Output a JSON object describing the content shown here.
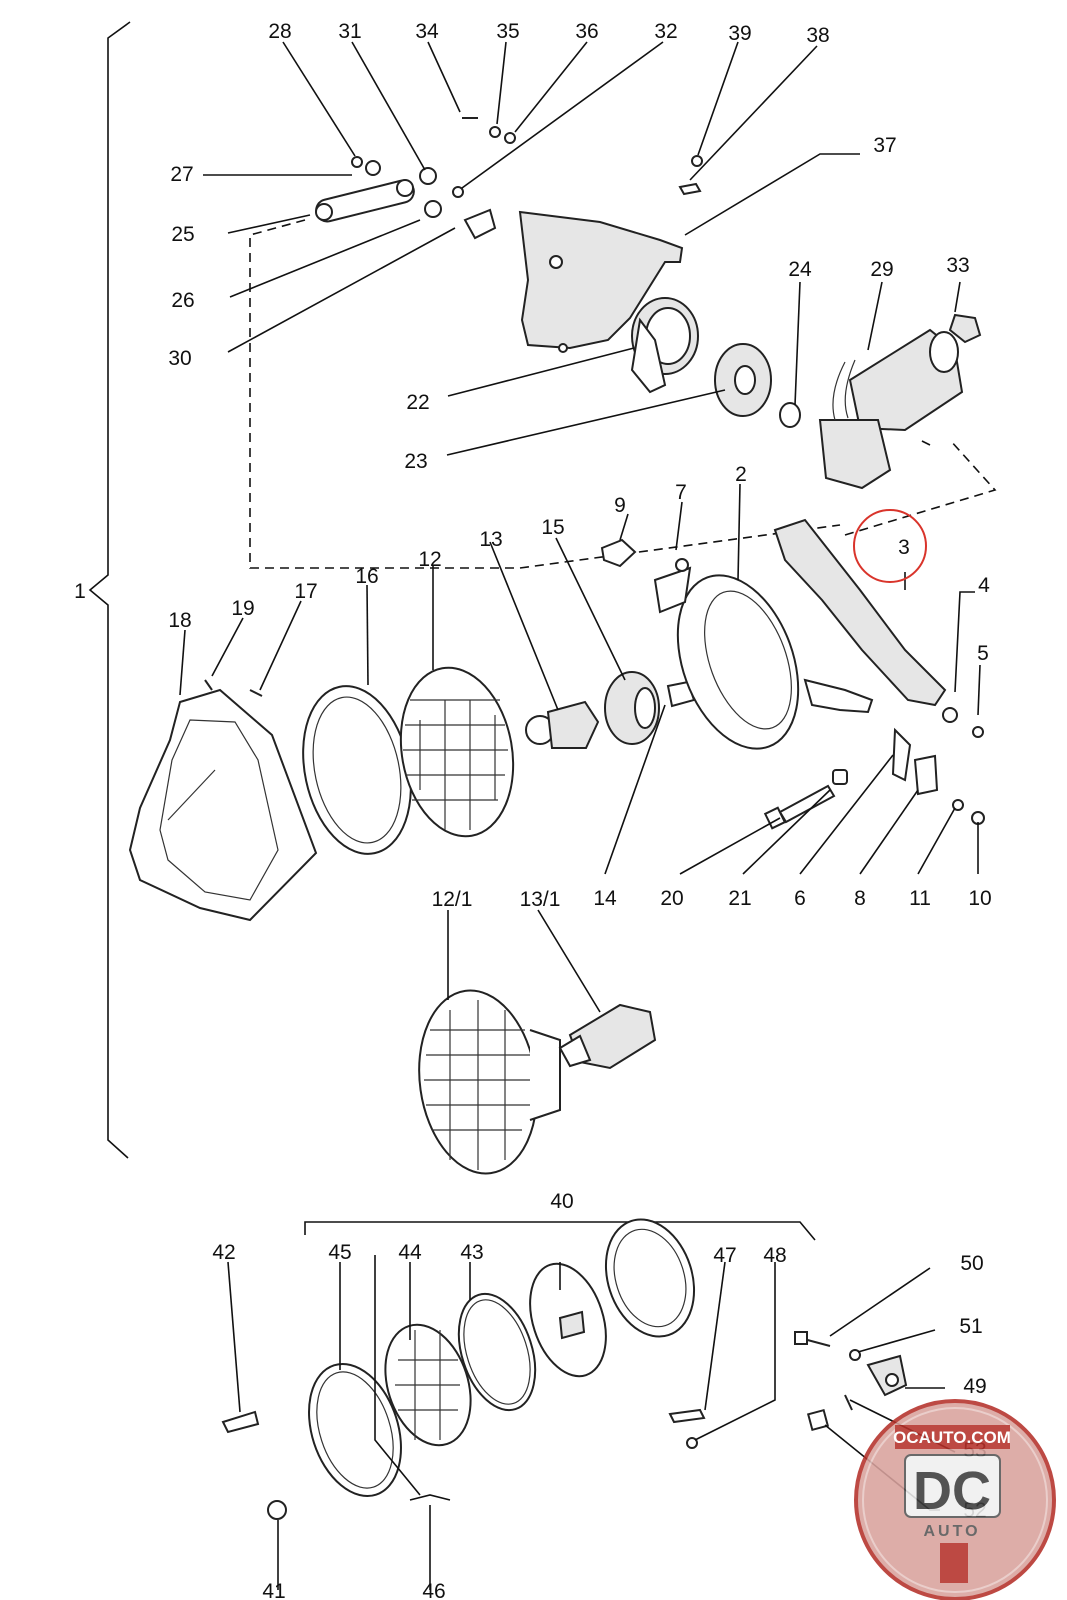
{
  "labels": {
    "p1": "1",
    "p2": "2",
    "p3": "3",
    "p4": "4",
    "p5": "5",
    "p6": "6",
    "p7": "7",
    "p8": "8",
    "p9": "9",
    "p10": "10",
    "p11": "11",
    "p12": "12",
    "p12_1": "12/1",
    "p13": "13",
    "p13_1": "13/1",
    "p14": "14",
    "p15": "15",
    "p16": "16",
    "p17": "17",
    "p18": "18",
    "p19": "19",
    "p20": "20",
    "p21": "21",
    "p22": "22",
    "p23": "23",
    "p24": "24",
    "p25": "25",
    "p26": "26",
    "p27": "27",
    "p28": "28",
    "p29": "29",
    "p30": "30",
    "p31": "31",
    "p32": "32",
    "p33": "33",
    "p34": "34",
    "p35": "35",
    "p36": "36",
    "p37": "37",
    "p38": "38",
    "p39": "39",
    "p40": "40",
    "p41": "41",
    "p42": "42",
    "p43": "43",
    "p44": "44",
    "p45": "45",
    "p46": "46",
    "p47": "47",
    "p48": "48",
    "p49": "49",
    "p50": "50",
    "p51": "51",
    "p52": "52",
    "p53": "53"
  },
  "watermark": {
    "url": "OCAUTO.COM",
    "letters": "DC",
    "sub": "AUTO"
  },
  "colors": {
    "highlight_circle": "#d9342b",
    "watermark_red": "#b5302a",
    "ink": "#111111"
  },
  "icons": {
    "watermark": "dc-auto-logo-icon"
  }
}
